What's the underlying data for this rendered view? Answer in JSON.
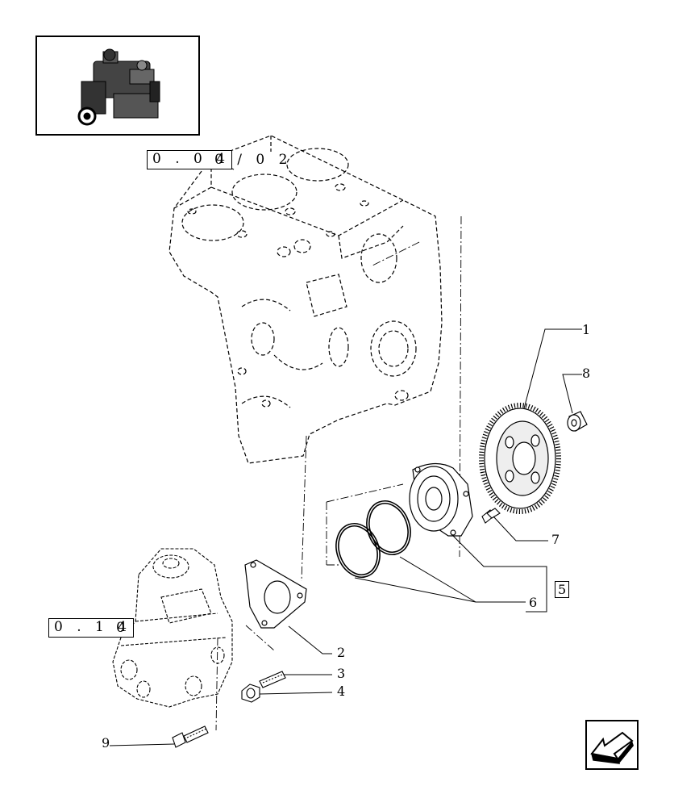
{
  "overview": {
    "icon": "engine-overview-icon"
  },
  "references": {
    "block_ref_boxed": "0 . 0 4",
    "block_ref_tail": "0 / 0 2",
    "pump_ref_boxed": "0 . 1 4",
    "pump_ref_tail": "0"
  },
  "callouts": {
    "c1": "1",
    "c2": "2",
    "c3": "3",
    "c4": "4",
    "c5": "5",
    "c6a": "6",
    "c7": "7",
    "c8": "8",
    "c9": "9"
  },
  "navigation": {
    "icon": "next-page-arrow-icon"
  }
}
